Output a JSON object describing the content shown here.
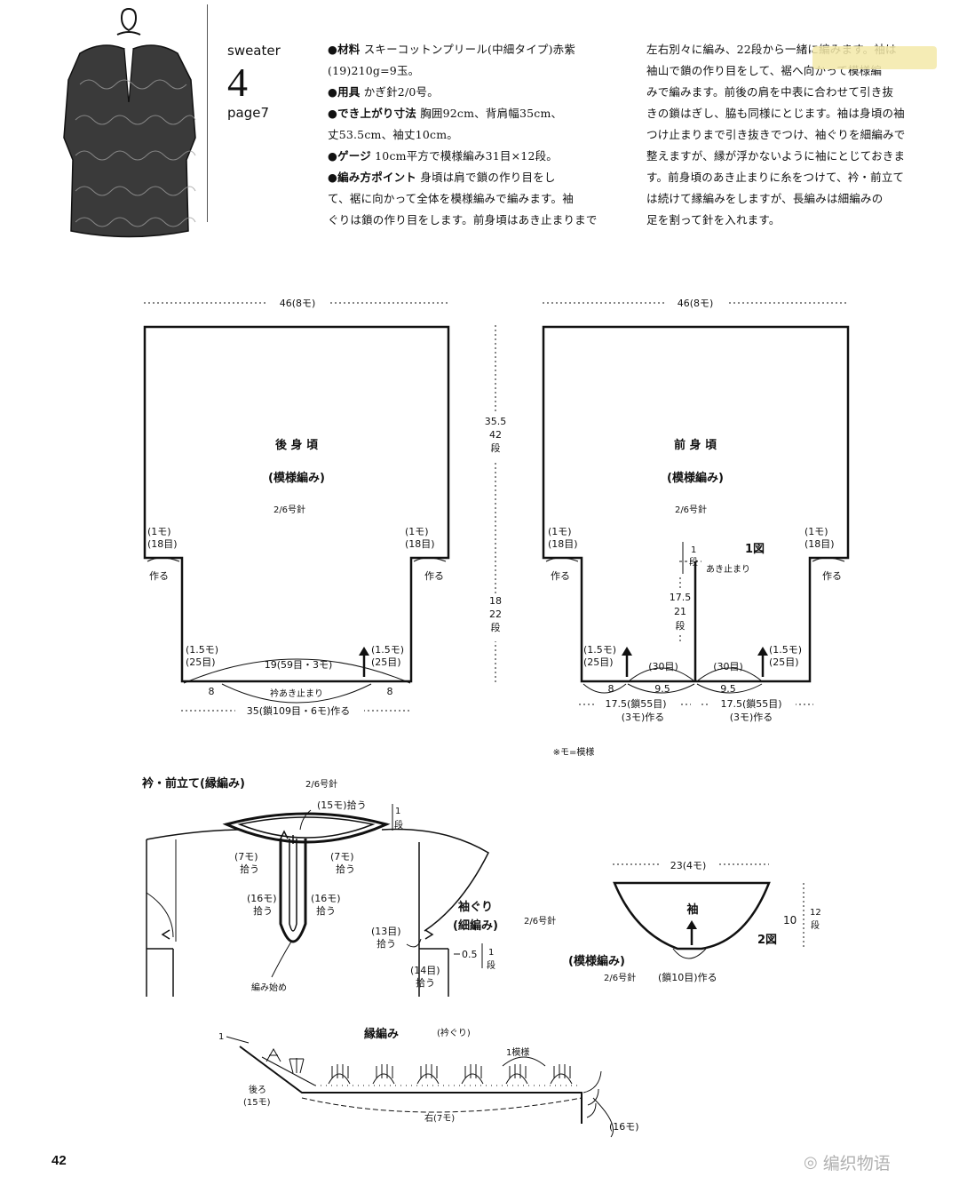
{
  "header": {
    "label": "sweater",
    "number": "4",
    "page_ref": "page7"
  },
  "instructions": {
    "materials_label": "●材料",
    "materials_text": "スキーコットンプリール(中細タイプ)赤紫",
    "materials_text2": "(19)210g=9玉。",
    "tools_label": "●用具",
    "tools_text": "かぎ針2/0号。",
    "size_label": "●でき上がり寸法",
    "size_text": "胸囲92cm、背肩幅35cm、",
    "size_text2": "丈53.5cm、袖丈10cm。",
    "gauge_label": "●ゲージ",
    "gauge_text": "10cm平方で模様編み31目×12段。",
    "point_label": "●編み方ポイント",
    "point_text": "身頃は肩で鎖の作り目をし",
    "point_text2": "て、裾に向かって全体を模様編みで編みます。袖",
    "point_text3": "ぐりは鎖の作り目をします。前身頃はあき止まりまで",
    "right_lines": [
      "左右別々に編み、22段から一緒に編みます。袖は",
      "袖山で鎖の作り目をして、裾へ向かって模様編",
      "みで編みます。前後の肩を中表に合わせて引き抜",
      "きの鎖はぎし、脇も同様にとじます。袖は身頃の袖",
      "つけ止まりまで引き抜きでつけ、袖ぐりを細編みで",
      "整えますが、縁が浮かないように袖にとじておきま",
      "す。前身頃のあき止まりに糸をつけて、衿・前立て",
      "は続けて縁編みをしますが、長編みは細編みの",
      "足を割って針を入れます。"
    ]
  },
  "back": {
    "title": "後 身 頃",
    "subtitle": "(模様編み)",
    "hook": "2/6号針",
    "top_width": "46(8モ)",
    "left_note_a": "(1モ)",
    "left_note_b": "(18目)",
    "left_make": "作る",
    "right_note_a": "(1モ)",
    "right_note_b": "(18目)",
    "right_make": "作る",
    "low_left_a": "(1.5モ)",
    "low_left_b": "(25目)",
    "low_right_a": "(1.5モ)",
    "low_right_b": "(25目)",
    "mid_width": "19(59目・3モ)",
    "left_8": "8",
    "right_8": "8",
    "neck_note": "衿あき止まり",
    "bottom_width": "35(鎖109目・6モ)作る"
  },
  "center_dims": {
    "upper_a": "35.5",
    "upper_b": "42",
    "upper_c": "段",
    "lower_a": "18",
    "lower_b": "22",
    "lower_c": "段"
  },
  "front": {
    "title": "前 身 頃",
    "subtitle": "(模様編み)",
    "hook": "2/6号針",
    "top_width": "46(8モ)",
    "left_note_a": "(1モ)",
    "left_note_b": "(18目)",
    "left_make": "作る",
    "right_note_a": "(1モ)",
    "right_note_b": "(18目)",
    "right_make": "作る",
    "fig_label": "1図",
    "opening_a": "1",
    "opening_b": "段",
    "opening_note": "あき止まり",
    "split_a": "17.5",
    "split_b": "21",
    "split_c": "段",
    "low_left_a": "(1.5モ)",
    "low_left_b": "(25目)",
    "low_right_a": "(1.5モ)",
    "low_right_b": "(25目)",
    "mid_left": "(30目)",
    "mid_right": "(30目)",
    "w8": "8",
    "w95a": "9.5",
    "w95b": "9.5",
    "bot_left_a": "17.5(鎖55目)",
    "bot_left_b": "(3モ)作る",
    "bot_right_a": "17.5(鎖55目)",
    "bot_right_b": "(3モ)作る",
    "legend": "※モ=模様"
  },
  "collar": {
    "title": "衿・前立て(縁編み)",
    "hook": "2/6号針",
    "top_pick": "(15モ)拾う",
    "row1a": "1",
    "row1b": "段",
    "l7a": "(7モ)",
    "l7b": "拾う",
    "r7a": "(7モ)",
    "r7b": "拾う",
    "l16a": "(16モ)",
    "l16b": "拾う",
    "r16a": "(16モ)",
    "r16b": "拾う",
    "start_note": "編み始め"
  },
  "armhole": {
    "title": "袖ぐり",
    "subtitle": "(細編み)",
    "hook": "2/6号針",
    "n13a": "(13目)",
    "n13b": "拾う",
    "n14a": "(14目)",
    "n14b": "拾う",
    "rows": "0.5",
    "rows_b": "1",
    "rows_c": "段"
  },
  "sleeve": {
    "title": "袖",
    "top_width": "23(4モ)",
    "height_a": "10",
    "height_b": "12",
    "height_c": "段",
    "fig_label": "2図",
    "pattern": "(模様編み)",
    "hook": "2/6号針",
    "make": "(鎖10目)作る"
  },
  "edging": {
    "title": "縁編み",
    "sub": "(衿ぐり)",
    "repeat": "1模様",
    "back_a": "後ろ",
    "back_b": "(15モ)",
    "side": "右(7モ)",
    "right": "(16モ)",
    "start": "1"
  },
  "footer": {
    "page_number": "42",
    "watermark": "编织物语"
  }
}
